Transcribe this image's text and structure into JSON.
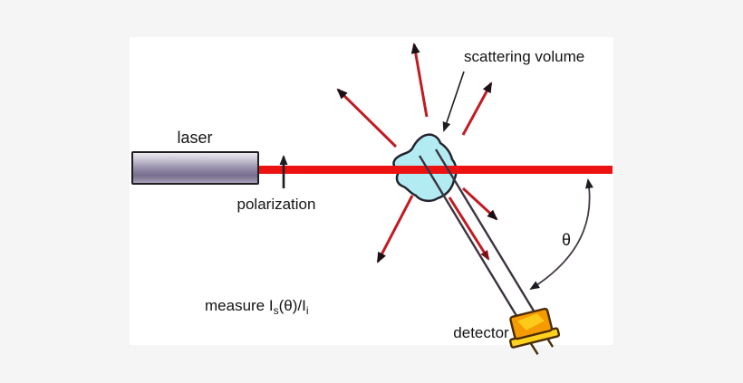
{
  "diagram": {
    "title_context": "light scattering experiment schematic",
    "labels": {
      "laser": "laser",
      "polarization": "polarization",
      "scattering_volume": "scattering volume",
      "detector": "detector",
      "theta": "θ",
      "measure_prefix": "measure I",
      "measure_sub_s": "s",
      "measure_mid": "(θ)/I",
      "measure_sub_i": "i"
    },
    "colors": {
      "background": "#f5f5f6",
      "canvas": "#ffffff",
      "beam_red": "#ed1212",
      "arrow_shaft_red": "#c01c24",
      "arrowhead_dark": "#1b1014",
      "arrowhead_red": "#7c1016",
      "blob_fill": "#b2ecf2",
      "blob_stroke": "#23232e",
      "detector_orange": "#f59b00",
      "detector_yellow": "#ffd21e",
      "laser_mid_tone": "#776e90",
      "text": "#141414"
    }
  }
}
